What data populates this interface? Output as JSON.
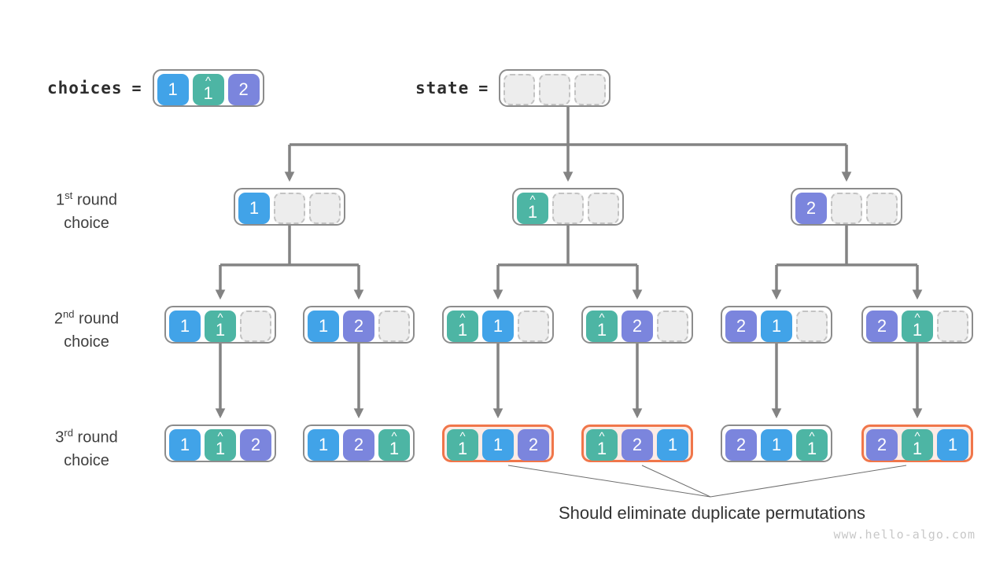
{
  "palette": {
    "blue": "#41a3e8",
    "teal": "#4db5a4",
    "purple": "#7b85dd",
    "orange": "#f0764a",
    "orange_fill": "#fdebe5",
    "connector": "#838383",
    "thin_line": "#6e6e6e"
  },
  "glyphs": {
    "hat_mark": "^"
  },
  "header": {
    "choices_label": "choices",
    "equals": "=",
    "state_label": "state",
    "choices_cells": [
      {
        "value": "1",
        "color": "blue"
      },
      {
        "value": "1",
        "color": "teal",
        "hat": true
      },
      {
        "value": "2",
        "color": "purple"
      }
    ],
    "state_cells": [
      {
        "empty": true
      },
      {
        "empty": true
      },
      {
        "empty": true
      }
    ]
  },
  "rows": [
    {
      "label": {
        "num": "1",
        "sup": "st",
        "rest": " round",
        "line2": "choice"
      },
      "boxes": [
        {
          "cells": [
            {
              "value": "1",
              "color": "blue"
            },
            {
              "empty": true
            },
            {
              "empty": true
            }
          ]
        },
        {
          "cells": [
            {
              "value": "1",
              "color": "teal",
              "hat": true
            },
            {
              "empty": true
            },
            {
              "empty": true
            }
          ]
        },
        {
          "cells": [
            {
              "value": "2",
              "color": "purple"
            },
            {
              "empty": true
            },
            {
              "empty": true
            }
          ]
        }
      ]
    },
    {
      "label": {
        "num": "2",
        "sup": "nd",
        "rest": " round",
        "line2": "choice"
      },
      "boxes": [
        {
          "cells": [
            {
              "value": "1",
              "color": "blue"
            },
            {
              "value": "1",
              "color": "teal",
              "hat": true
            },
            {
              "empty": true
            }
          ]
        },
        {
          "cells": [
            {
              "value": "1",
              "color": "blue"
            },
            {
              "value": "2",
              "color": "purple"
            },
            {
              "empty": true
            }
          ]
        },
        {
          "cells": [
            {
              "value": "1",
              "color": "teal",
              "hat": true
            },
            {
              "value": "1",
              "color": "blue"
            },
            {
              "empty": true
            }
          ]
        },
        {
          "cells": [
            {
              "value": "1",
              "color": "teal",
              "hat": true
            },
            {
              "value": "2",
              "color": "purple"
            },
            {
              "empty": true
            }
          ]
        },
        {
          "cells": [
            {
              "value": "2",
              "color": "purple"
            },
            {
              "value": "1",
              "color": "blue"
            },
            {
              "empty": true
            }
          ]
        },
        {
          "cells": [
            {
              "value": "2",
              "color": "purple"
            },
            {
              "value": "1",
              "color": "teal",
              "hat": true
            },
            {
              "empty": true
            }
          ]
        }
      ]
    },
    {
      "label": {
        "num": "3",
        "sup": "rd",
        "rest": " round",
        "line2": "choice"
      },
      "boxes": [
        {
          "cells": [
            {
              "value": "1",
              "color": "blue"
            },
            {
              "value": "1",
              "color": "teal",
              "hat": true
            },
            {
              "value": "2",
              "color": "purple"
            }
          ]
        },
        {
          "cells": [
            {
              "value": "1",
              "color": "blue"
            },
            {
              "value": "2",
              "color": "purple"
            },
            {
              "value": "1",
              "color": "teal",
              "hat": true
            }
          ]
        },
        {
          "cells": [
            {
              "value": "1",
              "color": "teal",
              "hat": true
            },
            {
              "value": "1",
              "color": "blue"
            },
            {
              "value": "2",
              "color": "purple"
            }
          ],
          "highlight": true
        },
        {
          "cells": [
            {
              "value": "1",
              "color": "teal",
              "hat": true
            },
            {
              "value": "2",
              "color": "purple"
            },
            {
              "value": "1",
              "color": "blue"
            }
          ],
          "highlight": true
        },
        {
          "cells": [
            {
              "value": "2",
              "color": "purple"
            },
            {
              "value": "1",
              "color": "blue"
            },
            {
              "value": "1",
              "color": "teal",
              "hat": true
            }
          ]
        },
        {
          "cells": [
            {
              "value": "2",
              "color": "purple"
            },
            {
              "value": "1",
              "color": "teal",
              "hat": true
            },
            {
              "value": "1",
              "color": "blue"
            }
          ],
          "highlight": true
        }
      ]
    }
  ],
  "footer": {
    "note": "Should eliminate duplicate permutations",
    "watermark": "www.hello-algo.com"
  }
}
